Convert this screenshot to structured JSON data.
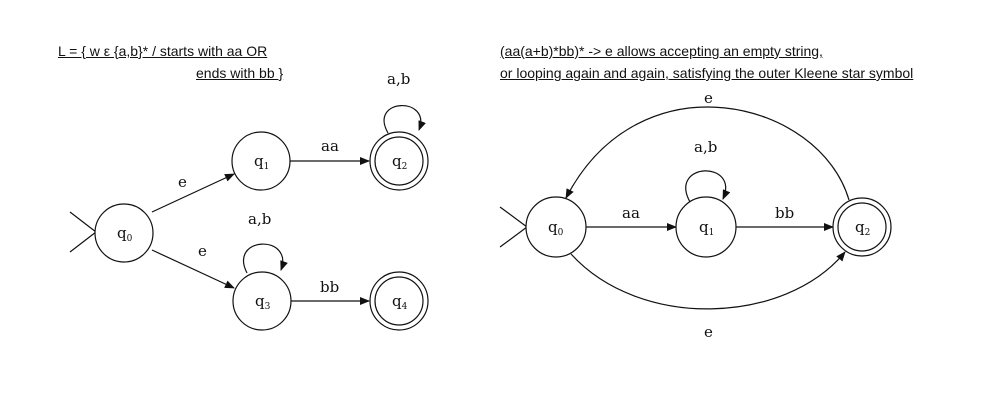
{
  "left": {
    "note_line1": "L = { w ε {a,b}* / starts with aa OR",
    "note_line2": "ends with bb }",
    "states": [
      {
        "id": "q0",
        "name": "q",
        "sub": "0",
        "accepting": false,
        "start": true
      },
      {
        "id": "q1",
        "name": "q",
        "sub": "1",
        "accepting": false,
        "start": false
      },
      {
        "id": "q2",
        "name": "q",
        "sub": "2",
        "accepting": true,
        "start": false
      },
      {
        "id": "q3",
        "name": "q",
        "sub": "3",
        "accepting": false,
        "start": false
      },
      {
        "id": "q4",
        "name": "q",
        "sub": "4",
        "accepting": true,
        "start": false
      }
    ],
    "transitions": [
      {
        "from": "q0",
        "to": "q1",
        "label": "e"
      },
      {
        "from": "q0",
        "to": "q3",
        "label": "e"
      },
      {
        "from": "q1",
        "to": "q2",
        "label": "aa"
      },
      {
        "from": "q2",
        "to": "q2",
        "label": "a,b"
      },
      {
        "from": "q3",
        "to": "q3",
        "label": "a,b"
      },
      {
        "from": "q3",
        "to": "q4",
        "label": "bb"
      }
    ]
  },
  "right": {
    "note_line1": "(aa(a+b)*bb)* -> e allows accepting an empty string,",
    "note_line2": "or looping again and again, satisfying the outer Kleene star symbol",
    "states": [
      {
        "id": "q0",
        "name": "q",
        "sub": "0",
        "accepting": false,
        "start": true
      },
      {
        "id": "q1",
        "name": "q",
        "sub": "1",
        "accepting": false,
        "start": false
      },
      {
        "id": "q2",
        "name": "q",
        "sub": "2",
        "accepting": true,
        "start": false
      }
    ],
    "transitions": [
      {
        "from": "q0",
        "to": "q1",
        "label": "aa"
      },
      {
        "from": "q1",
        "to": "q1",
        "label": "a,b"
      },
      {
        "from": "q1",
        "to": "q2",
        "label": "bb"
      },
      {
        "from": "q2",
        "to": "q0",
        "label": "e"
      },
      {
        "from": "q0",
        "to": "q2",
        "label": "e"
      }
    ]
  }
}
